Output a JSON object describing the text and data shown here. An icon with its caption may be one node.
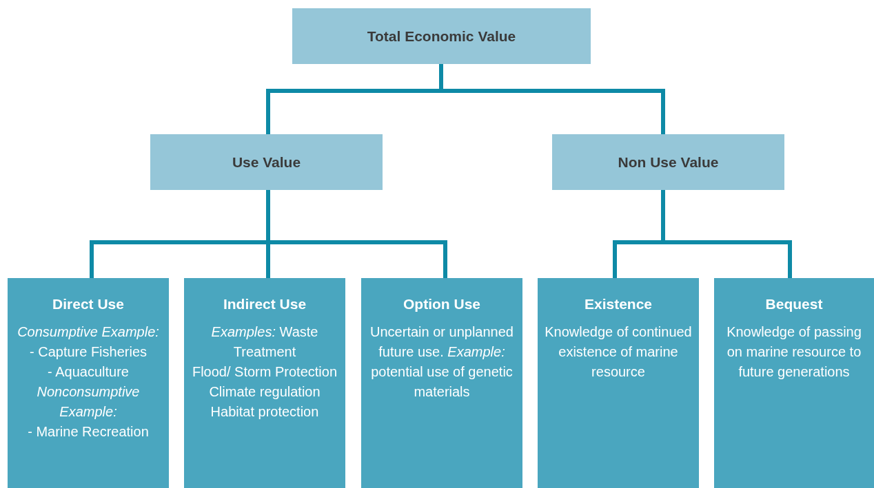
{
  "diagram": {
    "nodes": [
      {
        "text": [
          "Total Economic Value"
        ]
      },
      {
        "text": [
          "Use Value"
        ]
      },
      {
        "text": [
          "Non Use Value"
        ]
      },
      {
        "text": [
          "Direct Use",
          "*Consumptive Example:*",
          "- Capture Fisheries",
          "- Aquaculture",
          "*Nonconsumptive Example:*",
          "- Marine Recreation"
        ]
      },
      {
        "text": [
          "Indirect Use",
          "*Examples:* Waste Treatment",
          "Flood/ Storm Protection",
          "Climate regulation",
          "Habitat protection"
        ]
      },
      {
        "text": [
          "Option Use",
          "Uncertain or unplanned future use. *Example:* potential use of genetic materials"
        ]
      },
      {
        "text": [
          "Existence",
          "Knowledge of continued existence of marine resource"
        ]
      },
      {
        "text": [
          "Bequest",
          "Knowledge of passing on marine resource to future generations"
        ]
      }
    ],
    "edges": [
      {
        "from": 0,
        "to": 1,
        "arrow": "none"
      },
      {
        "from": 0,
        "to": 2,
        "arrow": "none"
      },
      {
        "from": 1,
        "to": 3,
        "arrow": "none"
      },
      {
        "from": 1,
        "to": 4,
        "arrow": "none"
      },
      {
        "from": 1,
        "to": 5,
        "arrow": "none"
      },
      {
        "from": 2,
        "to": 6,
        "arrow": "none"
      },
      {
        "from": 2,
        "to": 7,
        "arrow": "none"
      }
    ]
  }
}
